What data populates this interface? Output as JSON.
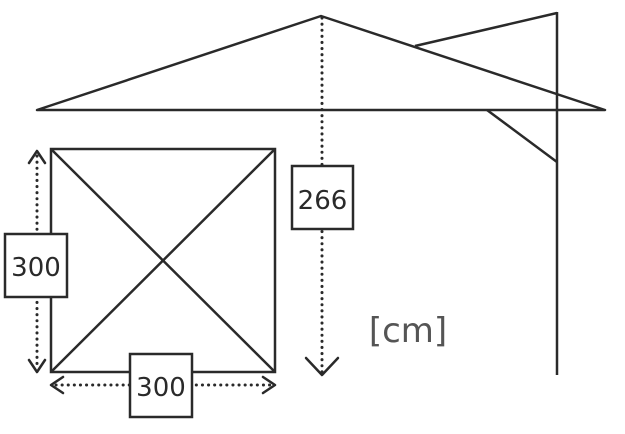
{
  "dimensions": {
    "height_label": "266",
    "depth_label": "300",
    "width_label": "300",
    "unit_label": "[cm]"
  },
  "colors": {
    "line": "#2a2a2a",
    "unit_text": "#555555",
    "background": "#ffffff"
  }
}
